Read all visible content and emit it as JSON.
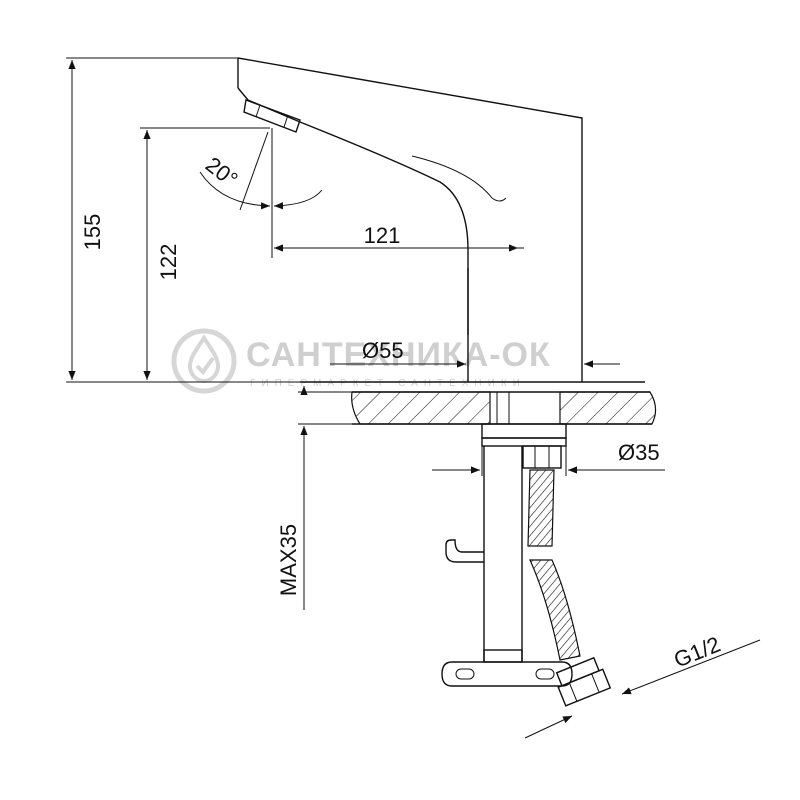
{
  "dimensions": {
    "height_total": "155",
    "spout_height": "122",
    "angle": "20°",
    "reach": "121",
    "base_diameter": "Ø55",
    "shank_diameter": "Ø35",
    "max_counter_thickness": "MAX35",
    "thread": "G1/2"
  },
  "watermark": {
    "brand": "САНТЕХНИКА-ОК",
    "tagline": "ГИПЕРМАРКЕТ САНТЕХНИКИ"
  }
}
